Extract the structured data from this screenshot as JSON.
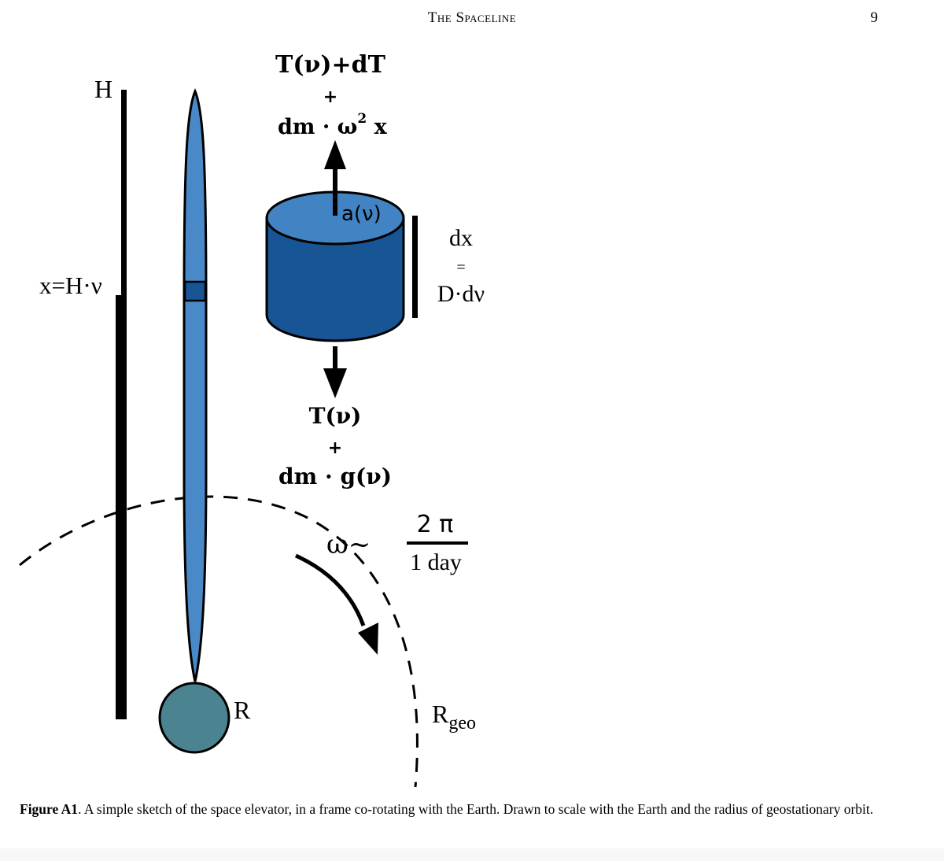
{
  "header": {
    "running_title": "The Spaceline",
    "page_number": "9"
  },
  "figure": {
    "labels": {
      "height": "H",
      "position": "x=H·ν",
      "earth_radius": "R",
      "geo_radius_main": "R",
      "geo_radius_sub": "geo",
      "tension_top": "T(ν)+dT",
      "plus_top": "+",
      "centrifugal_base": "dm · ω",
      "centrifugal_exp": "2",
      "centrifugal_var": " x",
      "area": "a(ν)",
      "segment_dx": "dx",
      "segment_eq": "=",
      "segment_ddv": "D·dν",
      "tension_bottom": "T(ν)",
      "plus_bottom": "+",
      "gravity": "dm · g(ν)",
      "omega": "ω~",
      "omega_num": "2 π",
      "omega_den": "1 day"
    },
    "colors": {
      "cable": "#4a89c8",
      "segment_top": "#4283c3",
      "segment_body": "#175595",
      "earth": "#4b8390"
    }
  },
  "caption": {
    "label": "Figure A1",
    "text": ". A simple sketch of the space elevator, in a frame co-rotating with the Earth. Drawn to scale with the Earth and the radius of geostationary orbit."
  }
}
